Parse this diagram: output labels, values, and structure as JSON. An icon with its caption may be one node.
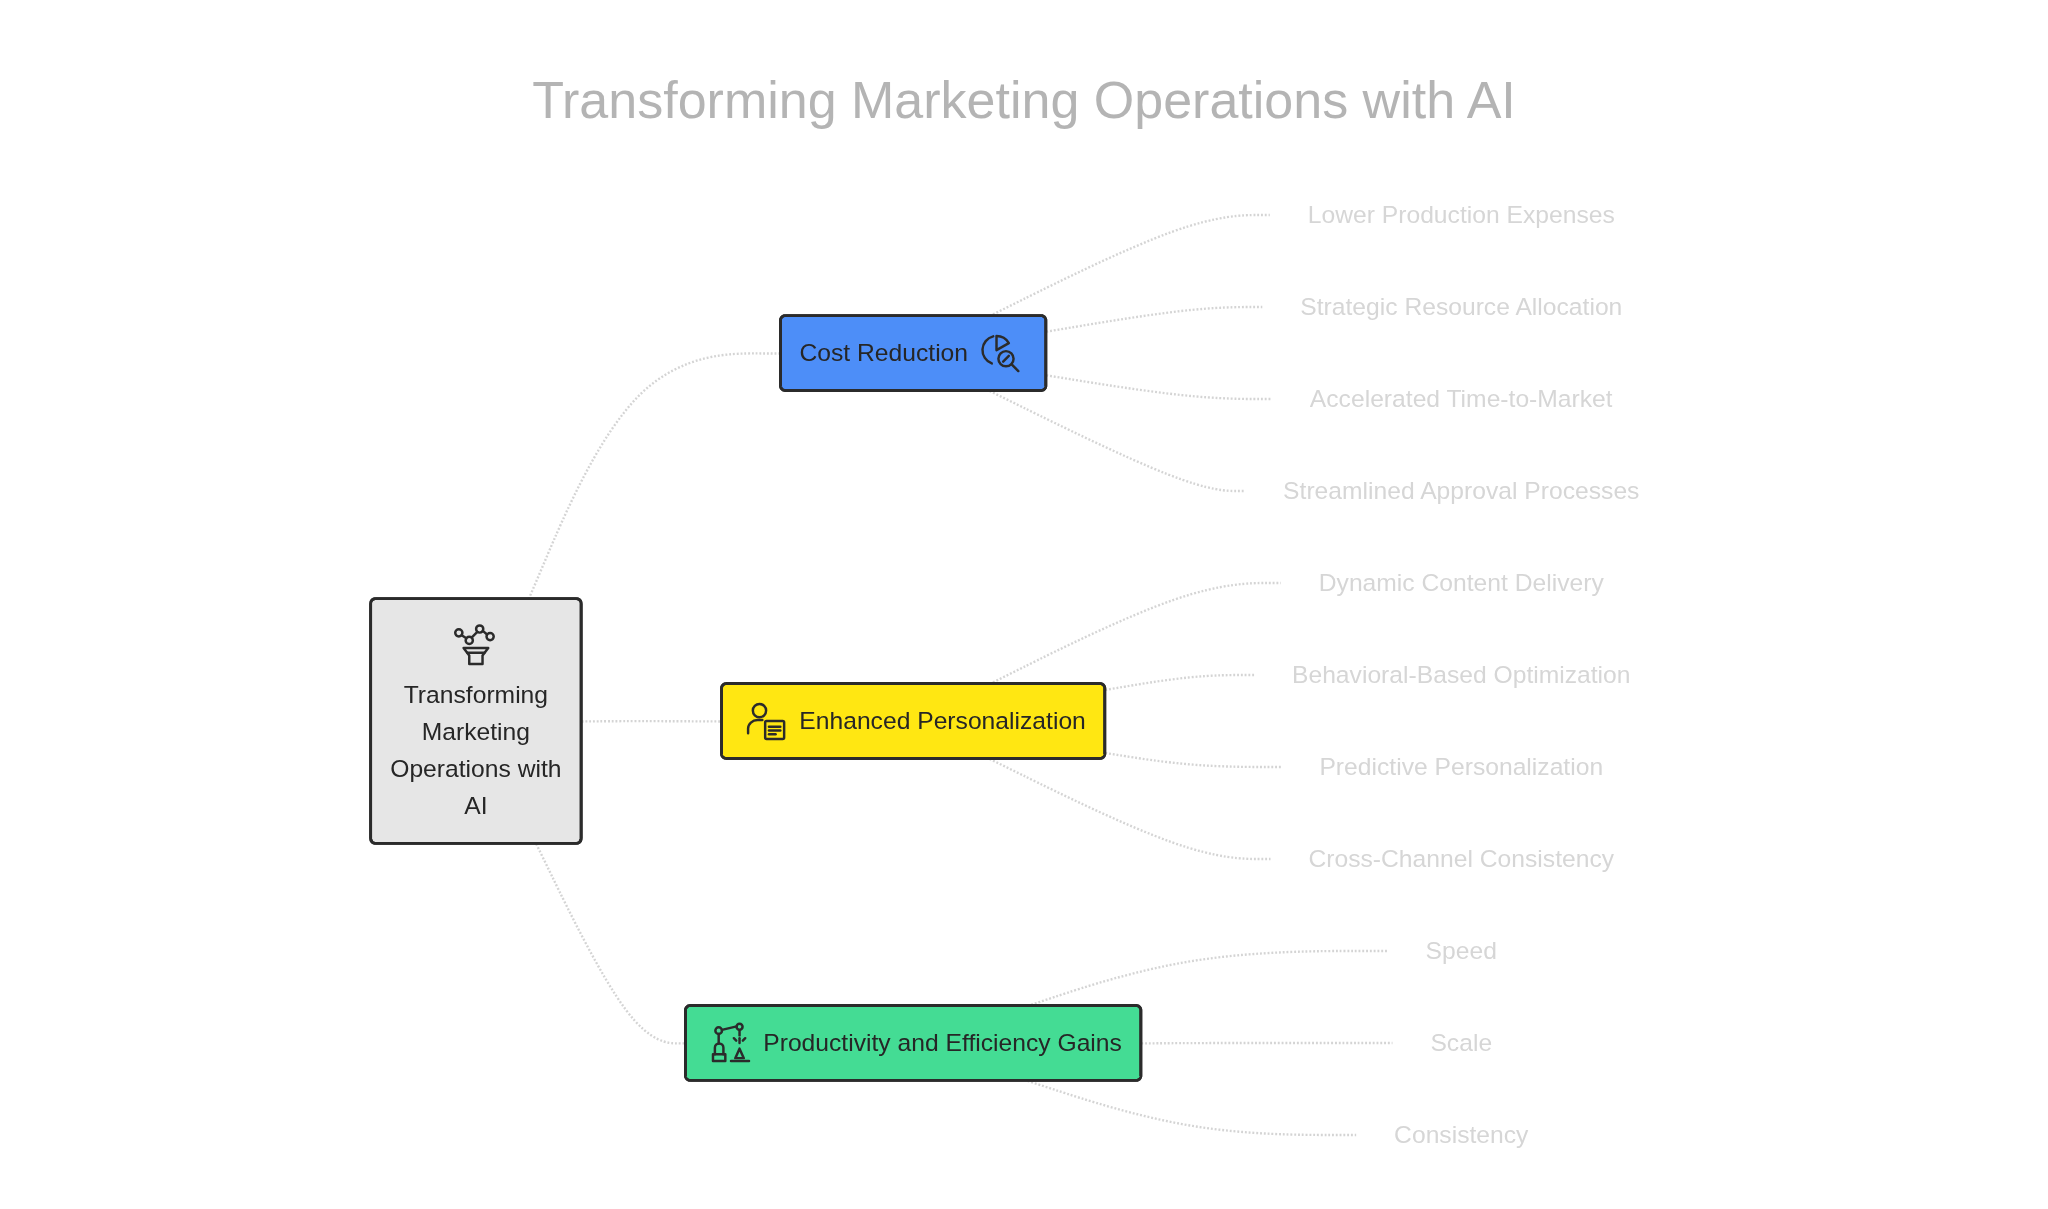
{
  "diagram": {
    "title": "Transforming Marketing Operations with AI",
    "nodes": [
      {
        "text": [
          "Cost Reduction"
        ]
      },
      {
        "text": [
          "Transforming Marketing Operations with AI"
        ]
      },
      {
        "text": [
          "Enhanced Personalization"
        ]
      },
      {
        "text": [
          "Lower Production Expenses"
        ]
      },
      {
        "text": [
          "Strategic Resource Allocation"
        ]
      },
      {
        "text": [
          "Accelerated Time-to-Market"
        ]
      },
      {
        "text": [
          "Streamlined Approval Processes"
        ]
      },
      {
        "text": [
          "Dynamic Content Delivery"
        ]
      },
      {
        "text": [
          "Behavioral-Based Optimization"
        ]
      },
      {
        "text": [
          "Predictive Personalization"
        ]
      },
      {
        "text": [
          "Cross-Channel Consistency"
        ]
      },
      {
        "text": [
          "Productivity and Efficiency Gains"
        ]
      },
      {
        "text": [
          "Speed"
        ]
      },
      {
        "text": [
          "Scale"
        ]
      },
      {
        "text": [
          "Consistency"
        ]
      }
    ],
    "edges": [
      {
        "from": 1,
        "to": 0,
        "arrow": "none",
        "style": "dashed"
      },
      {
        "from": 1,
        "to": 2,
        "arrow": "none",
        "style": "dashed"
      },
      {
        "from": 1,
        "to": 11,
        "arrow": "none",
        "style": "dashed"
      },
      {
        "from": 0,
        "to": 3,
        "arrow": "none",
        "style": "dashed"
      },
      {
        "from": 0,
        "to": 4,
        "arrow": "none",
        "style": "dashed"
      },
      {
        "from": 0,
        "to": 5,
        "arrow": "none",
        "style": "dashed"
      },
      {
        "from": 0,
        "to": 6,
        "arrow": "none",
        "style": "dashed"
      },
      {
        "from": 2,
        "to": 7,
        "arrow": "none",
        "style": "dashed"
      },
      {
        "from": 2,
        "to": 8,
        "arrow": "none",
        "style": "dashed"
      },
      {
        "from": 2,
        "to": 9,
        "arrow": "none",
        "style": "dashed"
      },
      {
        "from": 2,
        "to": 10,
        "arrow": "none",
        "style": "dashed"
      },
      {
        "from": 11,
        "to": 12,
        "arrow": "none",
        "style": "dashed"
      },
      {
        "from": 11,
        "to": 13,
        "arrow": "none",
        "style": "dashed"
      },
      {
        "from": 11,
        "to": 14,
        "arrow": "none",
        "style": "dashed"
      }
    ]
  }
}
